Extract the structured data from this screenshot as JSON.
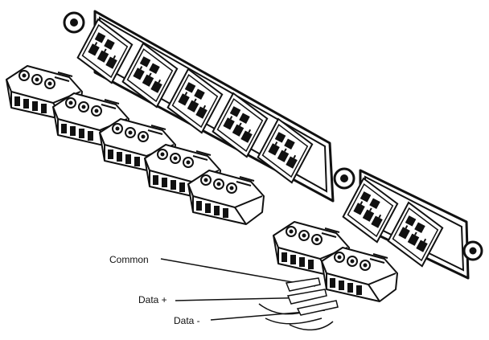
{
  "labels": {
    "common": "Common",
    "data_plus": "Data +",
    "data_minus": "Data -"
  },
  "colors": {
    "stroke": "#111111",
    "fill": "#ffffff",
    "background": "#ffffff"
  }
}
